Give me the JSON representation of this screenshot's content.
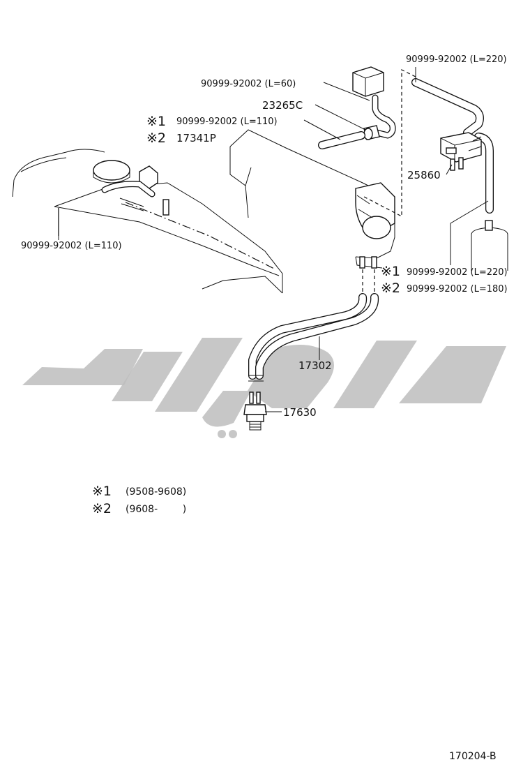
{
  "diagram_code": "170204-B",
  "callouts": {
    "hose_top_right": "90999-92002 (L=220)",
    "hose_small": "90999-92002 (L=60)",
    "valve": "23265C",
    "pipe_l110": "90999-92002 (L=110)",
    "pipe_17341p": "17341P",
    "vsv": "25860",
    "hose_left": "90999-92002 (L=110)",
    "hose_mark1": "90999-92002 (L=220)",
    "hose_mark2": "90999-92002 (L=180)",
    "hose_main": "17302",
    "sensor": "17630"
  },
  "marks": {
    "m1": "※1",
    "m2": "※2"
  },
  "legend": [
    {
      "mark": "※1",
      "range": "(9508-9608)"
    },
    {
      "mark": "※2",
      "range": "(9608-        )"
    }
  ],
  "colors": {
    "line": "#111111",
    "watermark": "#bdbdbd"
  }
}
